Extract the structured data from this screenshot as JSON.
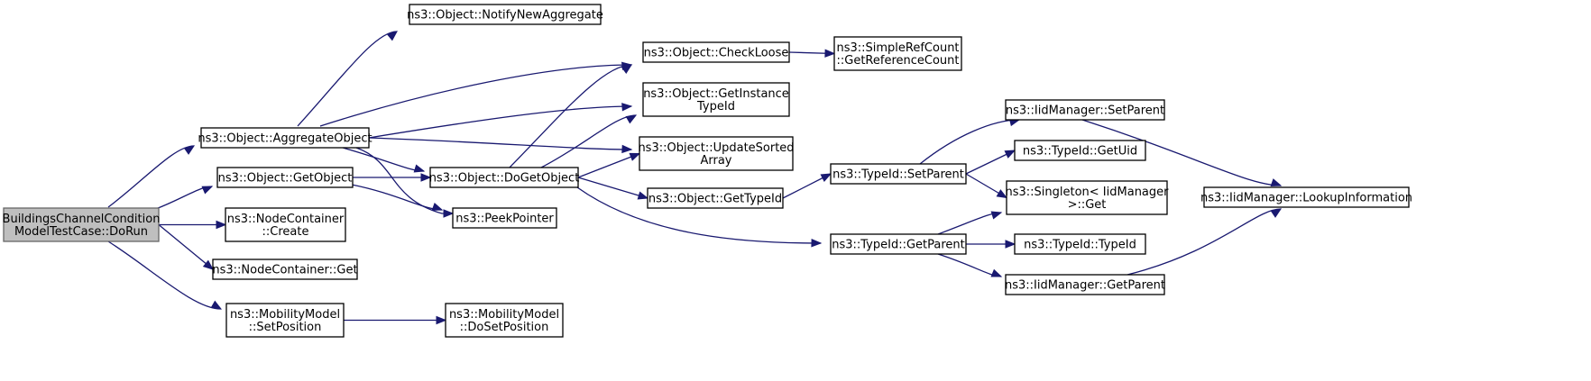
{
  "colors": {
    "edge": "#191970",
    "node_border": "#000000",
    "root_fill": "#bfbfbf",
    "background": "#ffffff"
  },
  "nodes": [
    {
      "id": "dorun",
      "name": "node-buildings-channel-condition-dorun",
      "root": true,
      "lines": [
        "BuildingsChannelCondition",
        "ModelTestCase::DoRun"
      ]
    },
    {
      "id": "aggregate",
      "name": "node-object-aggregate-object",
      "lines": [
        "ns3::Object::AggregateObject"
      ]
    },
    {
      "id": "getobject",
      "name": "node-object-get-object",
      "lines": [
        "ns3::Object::GetObject"
      ]
    },
    {
      "id": "nc_create",
      "name": "node-node-container-create",
      "lines": [
        "ns3::NodeContainer",
        "::Create"
      ]
    },
    {
      "id": "nc_get",
      "name": "node-node-container-get",
      "lines": [
        "ns3::NodeContainer::Get"
      ]
    },
    {
      "id": "mm_setpos",
      "name": "node-mobility-model-set-position",
      "lines": [
        "ns3::MobilityModel",
        "::SetPosition"
      ]
    },
    {
      "id": "notify",
      "name": "node-object-notify-new-aggregate",
      "lines": [
        "ns3::Object::NotifyNewAggregate"
      ]
    },
    {
      "id": "checkloose",
      "name": "node-object-check-loose",
      "lines": [
        "ns3::Object::CheckLoose"
      ]
    },
    {
      "id": "getinst",
      "name": "node-object-get-instance-typeid",
      "lines": [
        "ns3::Object::GetInstance",
        "TypeId"
      ]
    },
    {
      "id": "updsorted",
      "name": "node-object-update-sorted-array",
      "lines": [
        "ns3::Object::UpdateSorted",
        "Array"
      ]
    },
    {
      "id": "dogetobj",
      "name": "node-object-do-get-object",
      "lines": [
        "ns3::Object::DoGetObject"
      ]
    },
    {
      "id": "peek",
      "name": "node-peek-pointer",
      "lines": [
        "ns3::PeekPointer"
      ]
    },
    {
      "id": "mm_dosetpos",
      "name": "node-mobility-model-do-set-position",
      "lines": [
        "ns3::MobilityModel",
        "::DoSetPosition"
      ]
    },
    {
      "id": "refcount",
      "name": "node-simple-ref-count-get-reference-count",
      "lines": [
        "ns3::SimpleRefCount",
        "::GetReferenceCount"
      ]
    },
    {
      "id": "gettypeid",
      "name": "node-object-get-typeid",
      "lines": [
        "ns3::Object::GetTypeId"
      ]
    },
    {
      "id": "tid_setparent",
      "name": "node-typeid-set-parent",
      "lines": [
        "ns3::TypeId::SetParent"
      ]
    },
    {
      "id": "tid_getparent",
      "name": "node-typeid-get-parent",
      "lines": [
        "ns3::TypeId::GetParent"
      ]
    },
    {
      "id": "iid_setparent",
      "name": "node-iid-manager-set-parent",
      "lines": [
        "ns3::IidManager::SetParent"
      ]
    },
    {
      "id": "tid_getuid",
      "name": "node-typeid-get-uid",
      "lines": [
        "ns3::TypeId::GetUid"
      ]
    },
    {
      "id": "singleton_get",
      "name": "node-singleton-iid-manager-get",
      "lines": [
        "ns3::Singleton< IidManager",
        ">::Get"
      ]
    },
    {
      "id": "tid_ctor",
      "name": "node-typeid-typeid",
      "lines": [
        "ns3::TypeId::TypeId"
      ]
    },
    {
      "id": "iid_getparent",
      "name": "node-iid-manager-get-parent",
      "lines": [
        "ns3::IidManager::GetParent"
      ]
    },
    {
      "id": "lookup",
      "name": "node-iid-manager-lookup-information",
      "lines": [
        "ns3::IidManager::LookupInformation"
      ]
    }
  ],
  "edges": [
    [
      "dorun",
      "aggregate"
    ],
    [
      "dorun",
      "getobject"
    ],
    [
      "dorun",
      "nc_create"
    ],
    [
      "dorun",
      "nc_get"
    ],
    [
      "dorun",
      "mm_setpos"
    ],
    [
      "aggregate",
      "notify"
    ],
    [
      "aggregate",
      "checkloose"
    ],
    [
      "aggregate",
      "getinst"
    ],
    [
      "aggregate",
      "updsorted"
    ],
    [
      "aggregate",
      "dogetobj"
    ],
    [
      "aggregate",
      "peek"
    ],
    [
      "getobject",
      "dogetobj"
    ],
    [
      "getobject",
      "peek"
    ],
    [
      "mm_setpos",
      "mm_dosetpos"
    ],
    [
      "checkloose",
      "refcount"
    ],
    [
      "dogetobj",
      "checkloose"
    ],
    [
      "dogetobj",
      "getinst"
    ],
    [
      "dogetobj",
      "updsorted"
    ],
    [
      "dogetobj",
      "gettypeid"
    ],
    [
      "dogetobj",
      "tid_getparent"
    ],
    [
      "gettypeid",
      "tid_setparent"
    ],
    [
      "tid_setparent",
      "iid_setparent"
    ],
    [
      "tid_setparent",
      "tid_getuid"
    ],
    [
      "tid_setparent",
      "singleton_get"
    ],
    [
      "tid_getparent",
      "singleton_get"
    ],
    [
      "tid_getparent",
      "tid_ctor"
    ],
    [
      "tid_getparent",
      "iid_getparent"
    ],
    [
      "iid_setparent",
      "lookup"
    ],
    [
      "iid_getparent",
      "lookup"
    ]
  ]
}
